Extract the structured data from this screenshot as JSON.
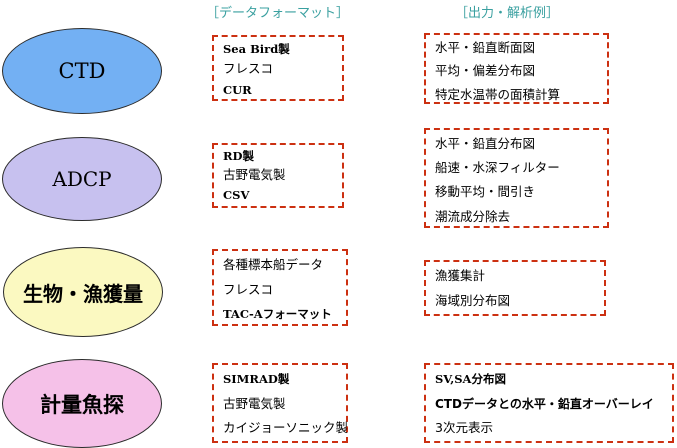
{
  "headers": {
    "format": "［データフォーマット］",
    "output": "［出力・解析例］"
  },
  "categories": [
    {
      "label": "CTD",
      "color": "#73b0f3",
      "formats": [
        "Sea Bird製",
        "フレスコ",
        "CUR"
      ],
      "outputs": [
        "水平・鉛直断面図",
        "平均・偏差分布図",
        "特定水温帯の面積計算"
      ]
    },
    {
      "label": "ADCP",
      "color": "#c7c1ef",
      "formats": [
        "RD製",
        "古野電気製",
        "CSV"
      ],
      "outputs": [
        "水平・鉛直分布図",
        "船速・水深フィルター",
        "移動平均・間引き",
        "潮流成分除去"
      ]
    },
    {
      "label": "生物・漁獲量",
      "color": "#fbf9c1",
      "formats": [
        "各種標本船データ",
        "フレスコ",
        "TAC-Aフォーマット"
      ],
      "outputs": [
        "漁獲集計",
        "海域別分布図"
      ]
    },
    {
      "label": "計量魚探",
      "color": "#f5c1e8",
      "formats": [
        "SIMRAD製",
        "古野電気製",
        "カイジョーソニック製"
      ],
      "outputs": [
        "SV,SA分布図",
        "CTDデータとの水平・鉛直オーバーレイ",
        "3次元表示"
      ]
    }
  ],
  "colors": {
    "dashed_border": "#cc3011",
    "header_text": "#3aa0a0"
  }
}
